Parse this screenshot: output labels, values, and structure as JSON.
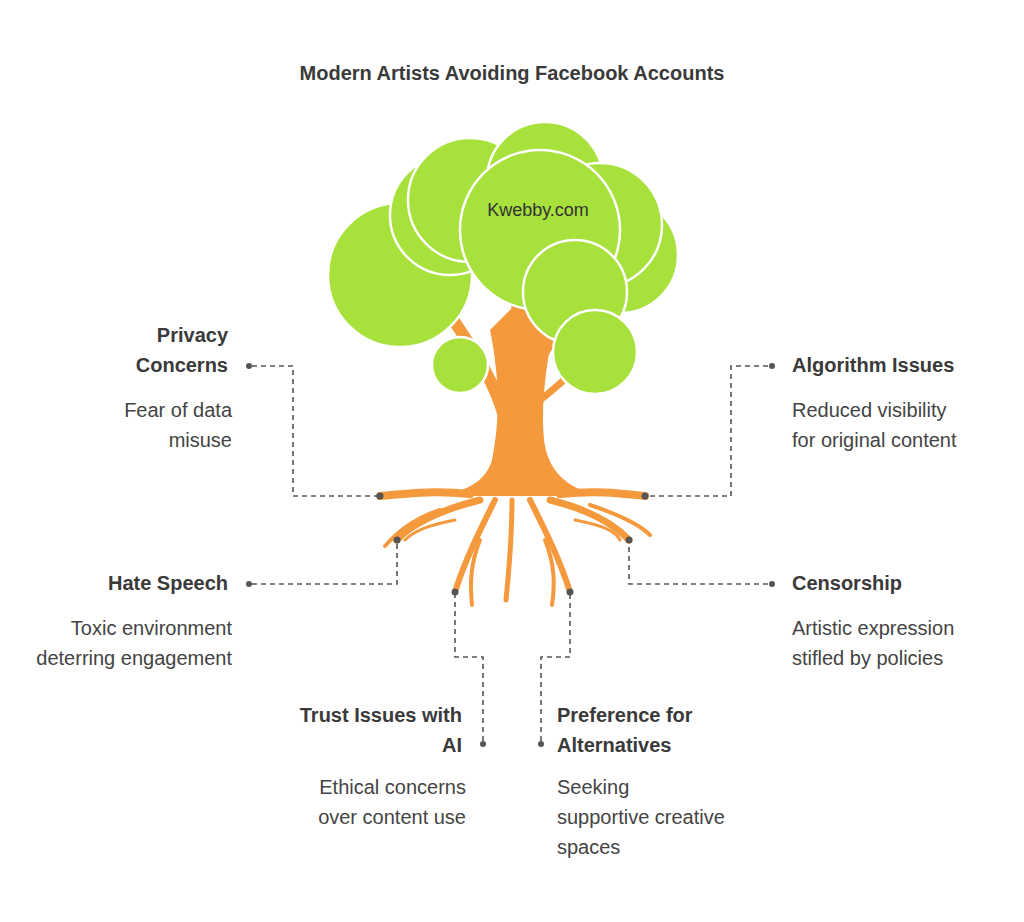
{
  "diagram": {
    "title": "Modern Artists Avoiding Facebook Accounts",
    "labels": [
      "Kwebby.com",
      "Privacy Concerns",
      "Fear of data misuse",
      "Algorithm Issues",
      "Reduced visibility for original content",
      "Hate Speech",
      "Toxic environment deterring engagement",
      "Censorship",
      "Artistic expression stifled by policies",
      "Trust Issues with AI",
      "Ethical concerns over content use",
      "Preference for Alternatives",
      "Seeking supportive creative spaces"
    ]
  }
}
